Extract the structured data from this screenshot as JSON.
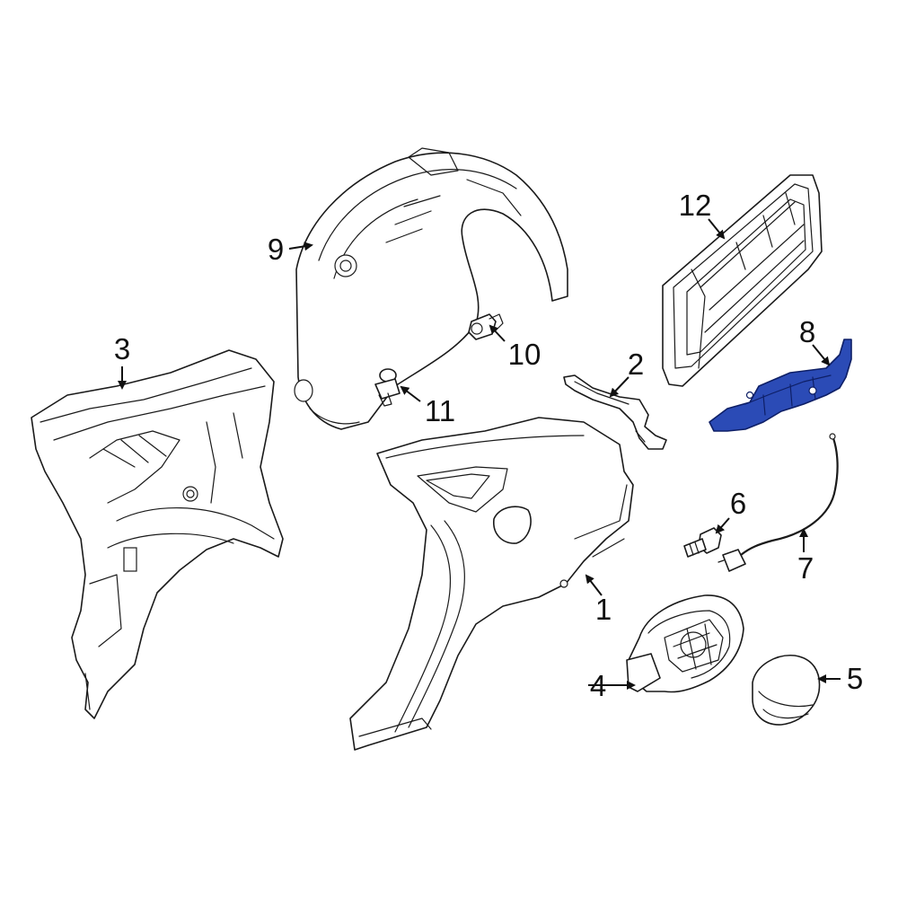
{
  "colors": {
    "background": "#ffffff",
    "line": "#1a1a1a",
    "highlight_fill": "#2b4bb6",
    "highlight_stroke": "#0e1f66"
  },
  "callouts": [
    {
      "id": "1",
      "label": "1"
    },
    {
      "id": "2",
      "label": "2"
    },
    {
      "id": "3",
      "label": "3"
    },
    {
      "id": "4",
      "label": "4"
    },
    {
      "id": "5",
      "label": "5"
    },
    {
      "id": "6",
      "label": "6"
    },
    {
      "id": "7",
      "label": "7"
    },
    {
      "id": "8",
      "label": "8"
    },
    {
      "id": "9",
      "label": "9"
    },
    {
      "id": "10",
      "label": "10"
    },
    {
      "id": "11",
      "label": "11"
    },
    {
      "id": "12",
      "label": "12"
    }
  ],
  "highlighted_part": "8"
}
